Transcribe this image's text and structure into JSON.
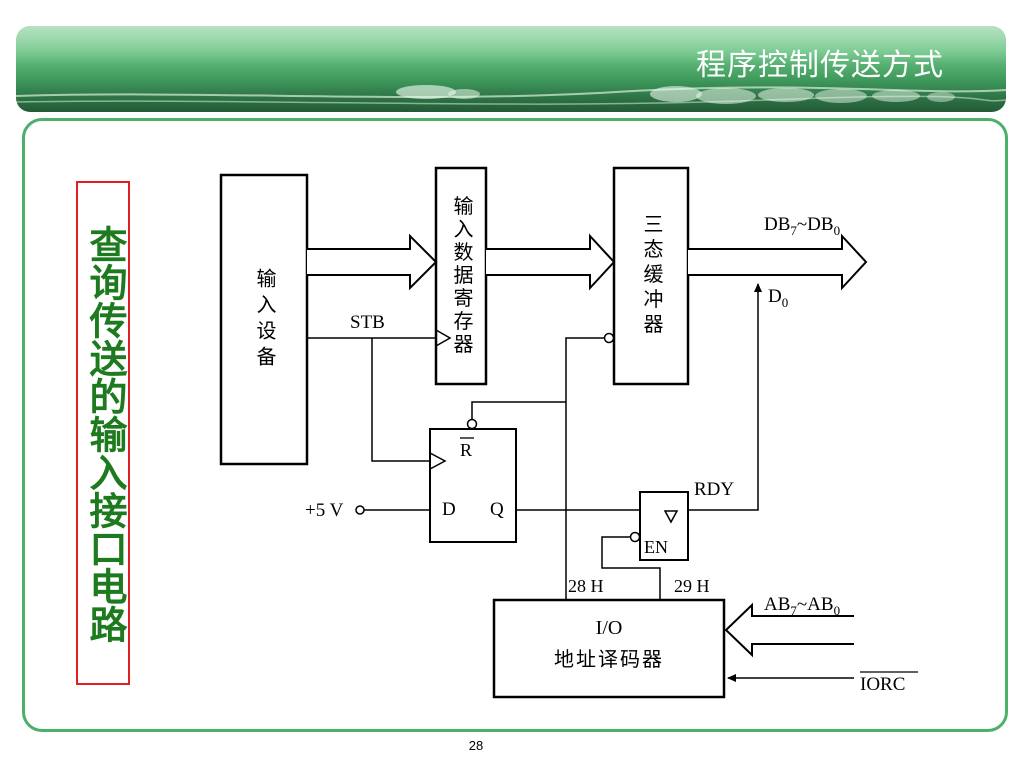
{
  "slide": {
    "title": "程序控制传送方式",
    "vertical_title": "查询传送的输入接口电路",
    "page_number": "28"
  },
  "diagram": {
    "input_device": "输入设备",
    "input_register": "输入数据寄存器",
    "tristate_buffer": "三态缓冲器",
    "decoder_line1": "I/O",
    "decoder_line2": "地址译码器",
    "ff_reset": "R",
    "ff_d": "D",
    "ff_q": "Q",
    "buffer_en": "EN",
    "label_stb": "STB",
    "label_plus5v": "+5 V",
    "label_rdy": "RDY",
    "label_d0": "D",
    "label_d0_sub": "0",
    "label_db_a": "DB",
    "label_db_a_sub": "7",
    "label_db_tilde": "~DB",
    "label_db_b_sub": "0",
    "label_ab_a": "AB",
    "label_ab_a_sub": "7",
    "label_ab_tilde": "~AB",
    "label_ab_b_sub": "0",
    "label_28h": "28 H",
    "label_29h": "29 H",
    "label_iorc": "IORC"
  }
}
